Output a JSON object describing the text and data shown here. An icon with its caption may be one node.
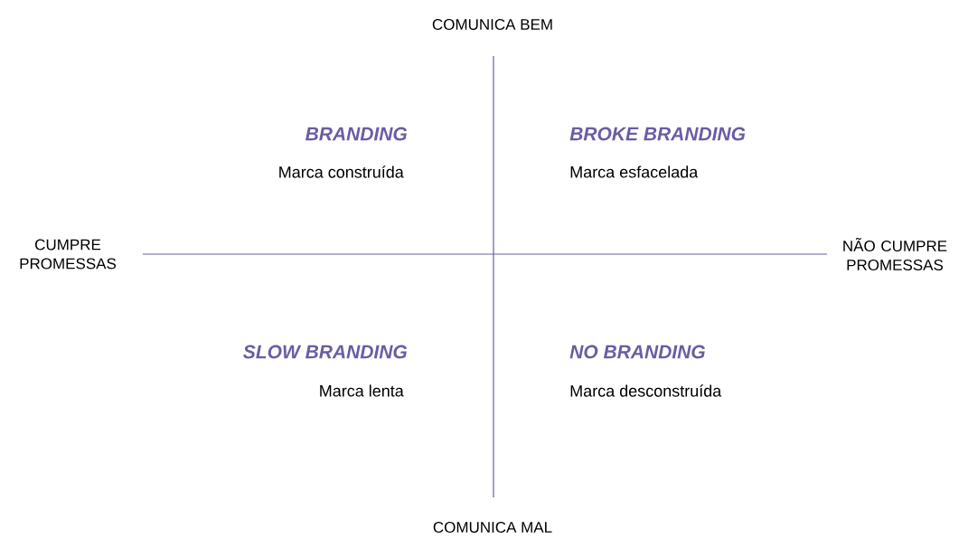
{
  "diagram": {
    "labels": [
      "COMUNICA BEM",
      "BRANDING",
      "Marca construída",
      "BROKE BRANDING",
      "Marca esfacelada",
      "CUMPRE PROMESSAS",
      "NÃO CUMPRE PROMESSAS",
      "SLOW BRANDING",
      "Marca lenta",
      "NO BRANDING",
      "Marca desconstruída",
      "COMUNICA MAL"
    ]
  }
}
